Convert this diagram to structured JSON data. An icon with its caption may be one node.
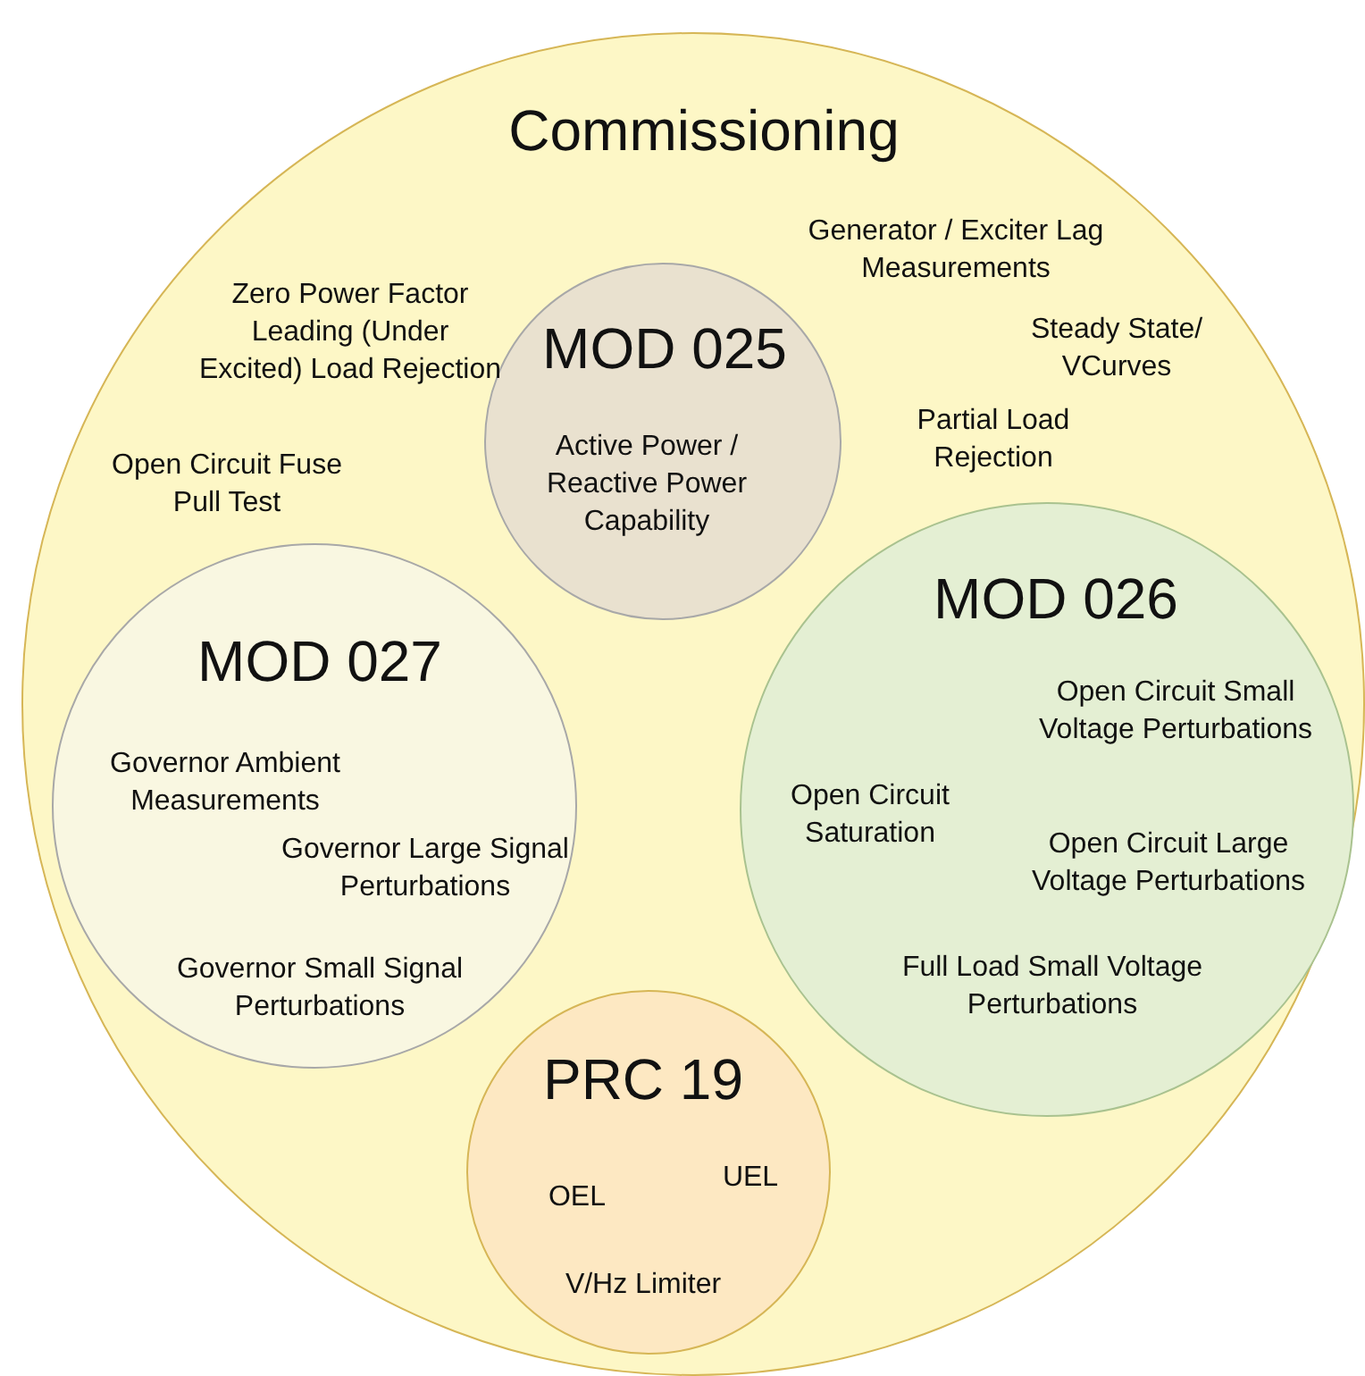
{
  "diagram": {
    "nodes": [
      {
        "text": [
          "Commissioning",
          "Zero Power Factor Leading (Under Excited) Load Rejection",
          "Open Circuit Fuse Pull Test",
          "Generator / Exciter Lag Measurements",
          "Steady State/ VCurves",
          "Partial Load Rejection"
        ]
      },
      {
        "text": [
          "MOD 025",
          "Active Power / Reactive Power Capability"
        ],
        "in": 0
      },
      {
        "text": [
          "MOD 027",
          "Governor Ambient Measurements",
          "Governor Large Signal Perturbations",
          "Governor Small Signal Perturbations"
        ],
        "in": 0
      },
      {
        "text": [
          "MOD 026",
          "Open Circuit Small Voltage Perturbations",
          "Open Circuit Saturation",
          "Open Circuit Large Voltage Perturbations",
          "Full Load Small Voltage Perturbations"
        ],
        "in": 0
      },
      {
        "text": [
          "PRC 19",
          "UEL",
          "OEL",
          "V/Hz Limiter"
        ],
        "in": 0
      }
    ]
  }
}
